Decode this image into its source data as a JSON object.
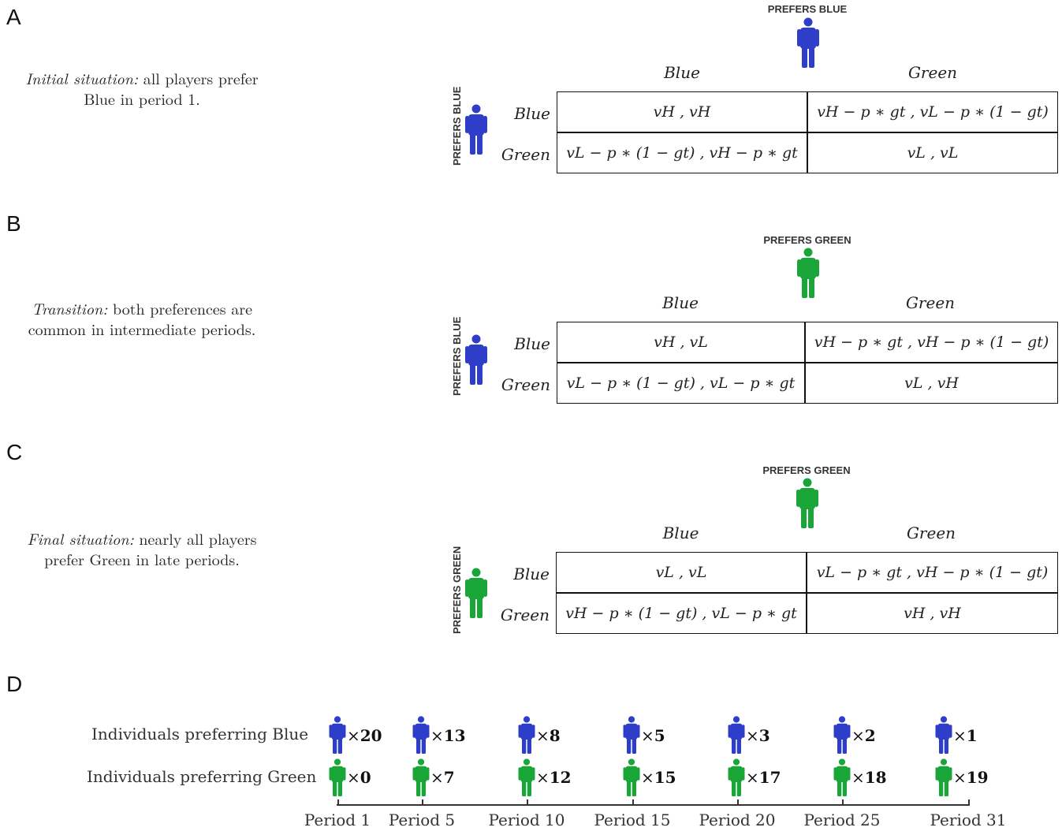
{
  "colors": {
    "blue": "#2E3EC9",
    "green": "#19A538"
  },
  "panels": [
    {
      "letter": "A",
      "desc_em": "Initial situation:",
      "desc_rest": "all players prefer",
      "desc_line2": "Blue in period 1.",
      "top_label": "PREFERS BLUE",
      "top_color": "blue",
      "side_label": "PREFERS BLUE",
      "side_color": "blue",
      "col_heads": [
        "Blue",
        "Green"
      ],
      "row_heads": [
        "Blue",
        "Green"
      ],
      "cells": [
        [
          "vH , vH",
          "vH − p ∗ gt , vL − p ∗ (1 − gt)"
        ],
        [
          "vL − p ∗ (1 − gt) , vH − p ∗ gt",
          "vL , vL"
        ]
      ]
    },
    {
      "letter": "B",
      "desc_em": "Transition:",
      "desc_rest": "both preferences are",
      "desc_line2": "common in intermediate periods.",
      "top_label": "PREFERS GREEN",
      "top_color": "green",
      "side_label": "PREFERS BLUE",
      "side_color": "blue",
      "col_heads": [
        "Blue",
        "Green"
      ],
      "row_heads": [
        "Blue",
        "Green"
      ],
      "cells": [
        [
          "vH , vL",
          "vH − p ∗ gt , vH − p ∗ (1 − gt)"
        ],
        [
          "vL − p ∗ (1 − gt) , vL − p ∗ gt",
          "vL , vH"
        ]
      ]
    },
    {
      "letter": "C",
      "desc_em": "Final situation:",
      "desc_rest": "nearly all players",
      "desc_line2": "prefer Green in late periods.",
      "top_label": "PREFERS GREEN",
      "top_color": "green",
      "side_label": "PREFERS GREEN",
      "side_color": "green",
      "col_heads": [
        "Blue",
        "Green"
      ],
      "row_heads": [
        "Blue",
        "Green"
      ],
      "cells": [
        [
          "vL , vL",
          "vL − p ∗ gt , vH − p ∗ (1 − gt)"
        ],
        [
          "vH − p ∗ (1 − gt) , vL − p ∗ gt",
          "vH , vH"
        ]
      ]
    }
  ],
  "panel_d": {
    "letter": "D",
    "row_blue_title": "Individuals preferring Blue",
    "row_green_title": "Individuals preferring Green",
    "times": "×",
    "periods": [
      "Period 1",
      "Period 5",
      "Period 10",
      "Period 15",
      "Period 20",
      "Period 25",
      "Period 31"
    ],
    "blue_counts": [
      "20",
      "13",
      "8",
      "5",
      "3",
      "2",
      "1"
    ],
    "green_counts": [
      "0",
      "7",
      "12",
      "15",
      "17",
      "18",
      "19"
    ]
  }
}
